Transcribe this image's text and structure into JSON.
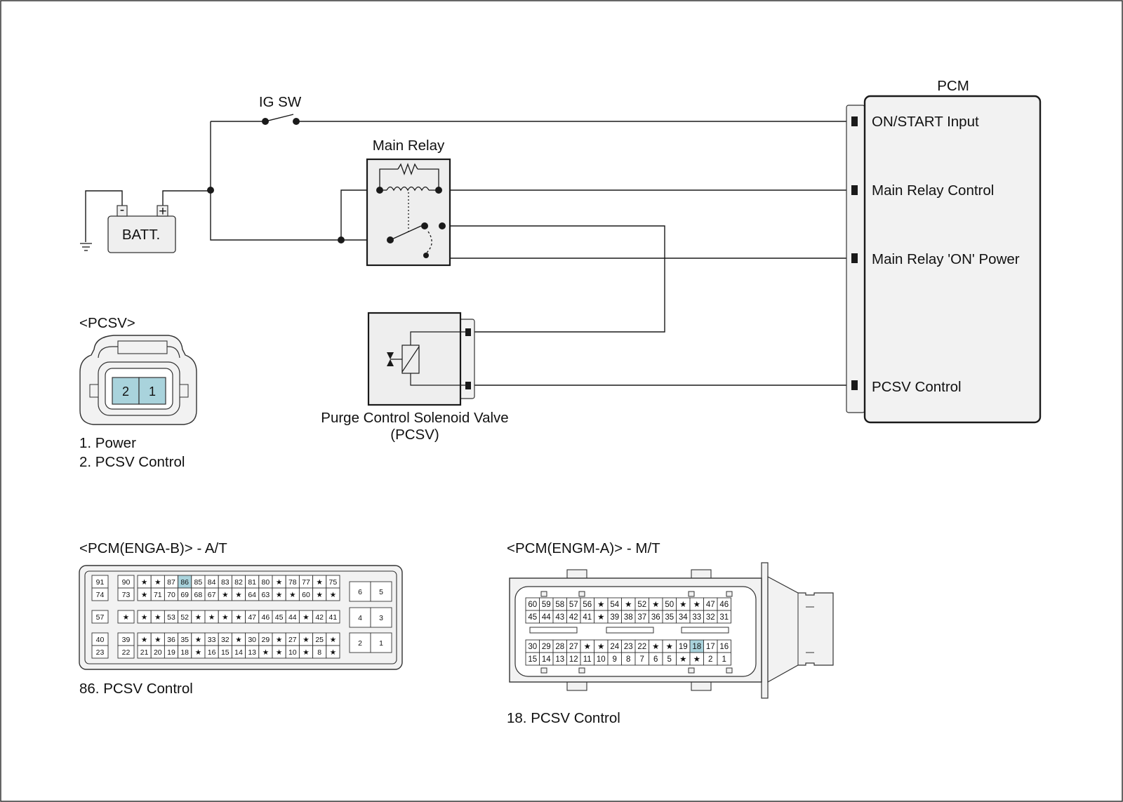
{
  "labels": {
    "ig_sw": "IG SW",
    "main_relay": "Main Relay",
    "batt": "BATT.",
    "batt_minus": "-",
    "batt_plus": "+",
    "pcm": "PCM",
    "pcsv_connector_title": "<PCSV>",
    "pcsv_name_line1": "Purge Control Solenoid Valve",
    "pcsv_name_line2": "(PCSV)"
  },
  "pcm_terminals": [
    "ON/START Input",
    "Main Relay Control",
    "Main Relay 'ON' Power",
    "PCSV Control"
  ],
  "pcsv_connector": {
    "pins": [
      "2",
      "1"
    ],
    "legend": [
      "1. Power",
      "2. PCSV Control"
    ]
  },
  "pcm_at": {
    "title": "<PCM(ENGA-B)> - A/T",
    "legend": "86. PCSV Control",
    "rows": [
      [
        "91",
        "90",
        "★",
        "★",
        "87",
        "86",
        "85",
        "84",
        "83",
        "82",
        "81",
        "80",
        "★",
        "78",
        "77",
        "★",
        "75"
      ],
      [
        "74",
        "73",
        "★",
        "71",
        "70",
        "69",
        "68",
        "67",
        "★",
        "★",
        "64",
        "63",
        "★",
        "★",
        "60",
        "★",
        "★"
      ],
      [
        "57",
        "★",
        "★",
        "★",
        "53",
        "52",
        "★",
        "★",
        "★",
        "★",
        "47",
        "46",
        "45",
        "44",
        "★",
        "42",
        "41"
      ],
      [
        "40",
        "39",
        "★",
        "★",
        "36",
        "35",
        "★",
        "33",
        "32",
        "★",
        "30",
        "29",
        "★",
        "27",
        "★",
        "25",
        "★"
      ],
      [
        "23",
        "22",
        "21",
        "20",
        "19",
        "18",
        "★",
        "16",
        "15",
        "14",
        "13",
        "★",
        "★",
        "10",
        "★",
        "8",
        "★"
      ]
    ],
    "right_pins": [
      [
        "6",
        "5"
      ],
      [
        "4",
        "3"
      ],
      [
        "2",
        "1"
      ]
    ]
  },
  "pcm_mt": {
    "title": "<PCM(ENGM-A)> - M/T",
    "legend": "18. PCSV Control",
    "rows": [
      [
        "60",
        "59",
        "58",
        "57",
        "56",
        "★",
        "54",
        "★",
        "52",
        "★",
        "50",
        "★",
        "★",
        "47",
        "46"
      ],
      [
        "45",
        "44",
        "43",
        "42",
        "41",
        "★",
        "39",
        "38",
        "37",
        "36",
        "35",
        "34",
        "33",
        "32",
        "31"
      ],
      [
        "30",
        "29",
        "28",
        "27",
        "★",
        "★",
        "24",
        "23",
        "22",
        "★",
        "★",
        "19",
        "18",
        "17",
        "16"
      ],
      [
        "15",
        "14",
        "13",
        "12",
        "11",
        "10",
        "9",
        "8",
        "7",
        "6",
        "5",
        "★",
        "★",
        "2",
        "1"
      ]
    ]
  },
  "colors": {
    "highlight": "#a9d3dc",
    "connector_fill": "#f2f2f2",
    "line": "#1a1a1a"
  }
}
